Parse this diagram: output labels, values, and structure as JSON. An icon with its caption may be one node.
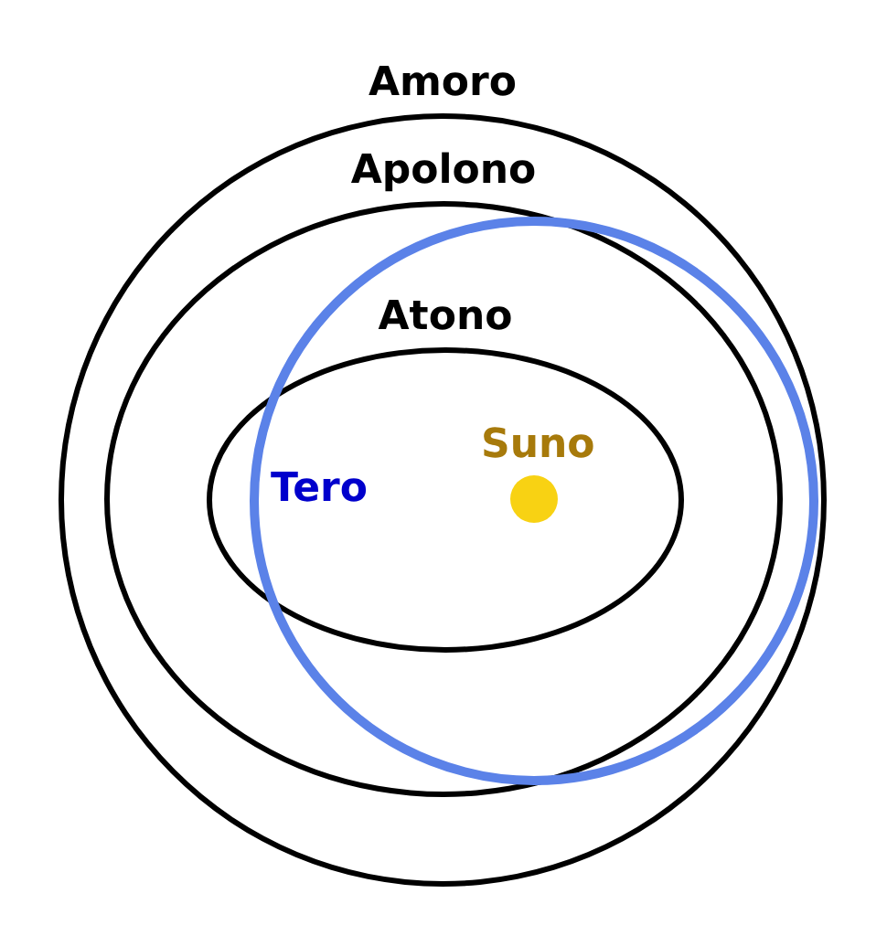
{
  "diagram": {
    "nodes": [
      {
        "text": [
          "Amoro"
        ]
      },
      {
        "text": [
          "Apolono"
        ],
        "in": 0
      },
      {
        "text": [
          "Atono"
        ],
        "in": 1
      }
    ],
    "labels": [
      "Suno",
      "Tero"
    ]
  }
}
